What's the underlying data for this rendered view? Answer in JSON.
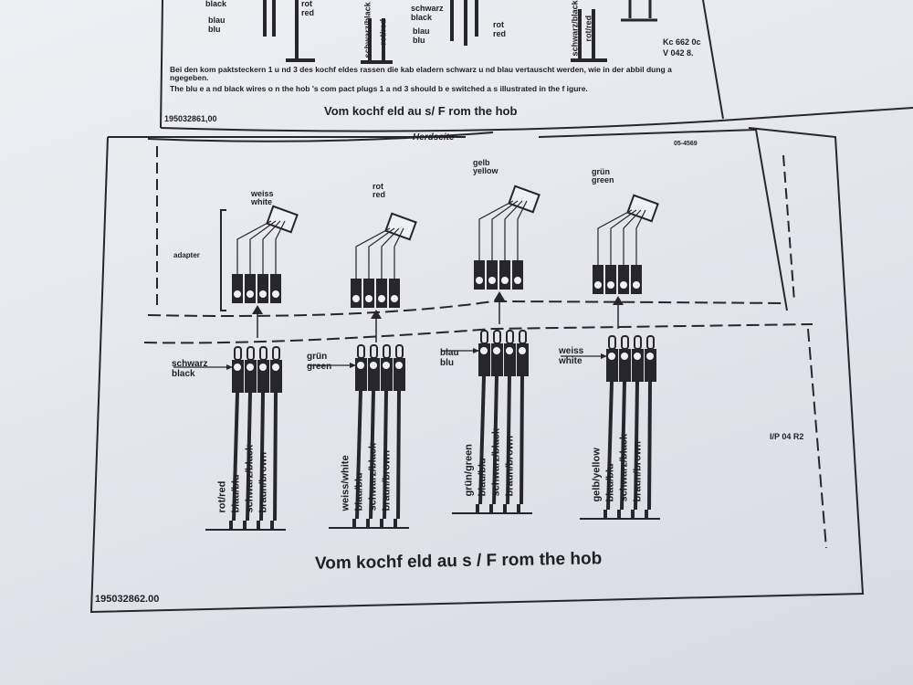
{
  "top_section": {
    "labels": [
      "black",
      "blau",
      "blu",
      "rot",
      "red",
      "schwarz/black",
      "rot/red",
      "schwarz",
      "black",
      "blau",
      "blu",
      "rot",
      "red",
      "schwarz/black",
      "rot/red"
    ],
    "corner_code": [
      "Kc 662 0c",
      "V 042 8."
    ],
    "note_de": "Bei den kom paktsteckern 1 u nd 3 des kochf eldes rassen die kab eladern schwarz u nd blau vertauscht werden, wie in der abbil dung a ngegeben.",
    "note_en": "The blu e a nd black wires o n the hob 's com pact plugs 1 a nd 3 should b e switched a s illustrated in the f igure.",
    "title": "Vom kochf eld au s/ F rom the hob",
    "doc_number": "195032861,00"
  },
  "bottom_section": {
    "herdseite": "Herdseite",
    "code_top_right": "05-4569",
    "adapter_label": "adapter",
    "plugs": [
      {
        "de": "weiss",
        "en": "white"
      },
      {
        "de": "rot",
        "en": "red"
      },
      {
        "de": "gelb",
        "en": "yellow"
      },
      {
        "de": "grün",
        "en": "green"
      }
    ],
    "blocks": [
      {
        "de": "schwarz",
        "en": "black",
        "wires": [
          "rot/red",
          "blau/blu",
          "schwarz/black",
          "braun/brown"
        ]
      },
      {
        "de": "grün",
        "en": "green",
        "wires": [
          "weiss/white",
          "blau/blu",
          "schwarz/black",
          "braun/brown"
        ]
      },
      {
        "de": "blau",
        "en": "blu",
        "wires": [
          "grün/green",
          "blau/blu",
          "schwarz/black",
          "braun/brown"
        ]
      },
      {
        "de": "weiss",
        "en": "white",
        "wires": [
          "gelb/yellow",
          "blau/blu",
          "schwarz/black",
          "braun/brown"
        ]
      }
    ],
    "revision": "I/P 04 R2",
    "title": "Vom kochf eld au s / F rom the hob",
    "doc_number": "195032862.00"
  }
}
